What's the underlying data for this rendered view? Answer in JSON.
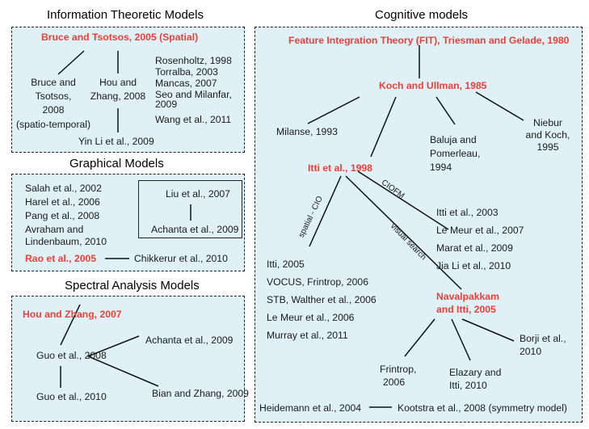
{
  "info": {
    "title": "Information Theoretic Models",
    "root": "Bruce and Tsotsos, 2005 (Spatial)",
    "bruce2008": [
      "Bruce and",
      "Tsotsos,",
      "2008",
      "(spatio-temporal)"
    ],
    "hou2008": [
      "Hou and",
      "Zhang, 2008"
    ],
    "list": [
      "Rosenholtz, 1998",
      "Torralba,  2003",
      "Mancas, 2007",
      "Seo and Milanfar,",
      "2009",
      "Wang et al., 2011"
    ],
    "yin": "Yin Li et al., 2009"
  },
  "graphical": {
    "title": "Graphical Models",
    "list": [
      "Salah et al., 2002",
      "Harel et al., 2006",
      "Pang et al.,  2008",
      "Avraham and",
      "Lindenbaum, 2010"
    ],
    "liu": "Liu et al., 2007",
    "achanta": "Achanta et al., 2009",
    "rao": "Rao et al., 2005",
    "chikkerur": "Chikkerur et al., 2010"
  },
  "spectral": {
    "title": "Spectral Analysis Models",
    "root": "Hou and Zhang, 2007",
    "achanta": "Achanta et al., 2009",
    "guo2008": "Guo et al., 2008",
    "guo2010": "Guo et al., 2010",
    "bian": "Bian and Zhang, 2009"
  },
  "cognitive": {
    "title": "Cognitive models",
    "fit": "Feature Integration Theory (FIT), Triesman and Gelade, 1980",
    "koch": "Koch and Ullman, 1985",
    "milanse": "Milanse, 1993",
    "baluja": [
      "Baluja and",
      "Pomerleau,",
      "1994"
    ],
    "niebur": [
      "Niebur",
      "and Koch,",
      "1995"
    ],
    "itti": "Itti et al., 1998",
    "label_ciofm": "CIOFM",
    "label_spatial": "spatial - CIO",
    "label_visual": "visual search",
    "ciofm_list": [
      "Itti et al., 2003",
      "Le Meur et al., 2007",
      "Marat et al., 2009",
      "Jia Li et al., 2010"
    ],
    "spatial_list": [
      "Itti, 2005",
      "VOCUS, Frintrop, 2006",
      "STB, Walther et al., 2006",
      "Le Meur et al., 2006",
      "Murray et al., 2011"
    ],
    "navalpakkam": [
      "Navalpakkam",
      "and Itti, 2005"
    ],
    "frintrop": [
      "Frintrop,",
      "2006"
    ],
    "elazary": [
      "Elazary and",
      "Itti, 2010"
    ],
    "borji": [
      "Borji et al.,",
      "2010"
    ],
    "heidemann": "Heidemann et al., 2004",
    "kootstra": "Kootstra et al., 2008 (symmetry model)"
  }
}
